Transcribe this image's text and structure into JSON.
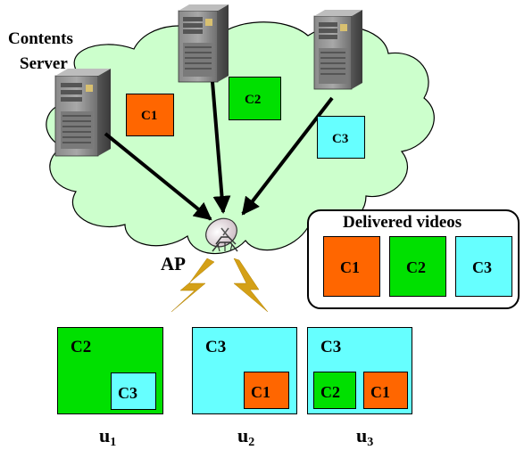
{
  "server_label": {
    "line1": "Contents",
    "line2": "Server"
  },
  "ap_label": "AP",
  "cloud_boxes": [
    {
      "label": "C1",
      "color": "#FF6600"
    },
    {
      "label": "C2",
      "color": "#00E000"
    },
    {
      "label": "C3",
      "color": "#66FFFF"
    }
  ],
  "delivered": {
    "title": "Delivered videos",
    "items": [
      {
        "label": "C1",
        "color": "#FF6600"
      },
      {
        "label": "C2",
        "color": "#00E000"
      },
      {
        "label": "C3",
        "color": "#66FFFF"
      }
    ]
  },
  "users": [
    {
      "name": "u",
      "index": "1",
      "main": {
        "label": "C2",
        "color": "#00E000"
      },
      "insets": [
        {
          "label": "C3",
          "color": "#66FFFF"
        }
      ]
    },
    {
      "name": "u",
      "index": "2",
      "main": {
        "label": "C3",
        "color": "#66FFFF"
      },
      "insets": [
        {
          "label": "C1",
          "color": "#FF6600"
        }
      ]
    },
    {
      "name": "u",
      "index": "3",
      "main": {
        "label": "C3",
        "color": "#66FFFF"
      },
      "insets": [
        {
          "label": "C2",
          "color": "#00E000"
        },
        {
          "label": "C1",
          "color": "#FF6600"
        }
      ]
    }
  ],
  "colors": {
    "cloud_fill": "#CCFFCC",
    "arrow": "#000000",
    "lightning": "#D4A017"
  }
}
